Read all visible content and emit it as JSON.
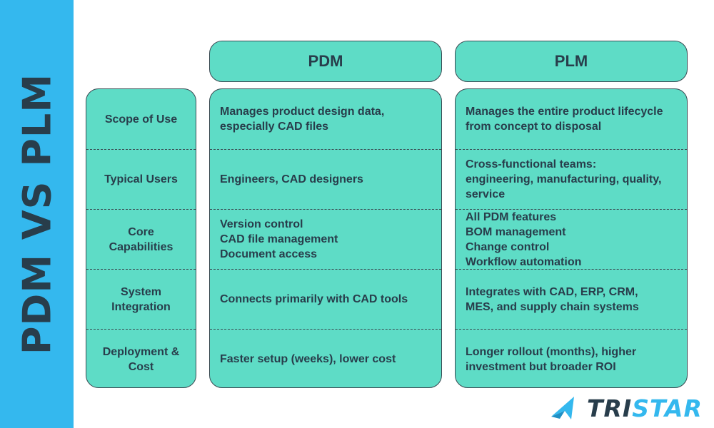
{
  "sidebar": {
    "title": "PDM VS PLM"
  },
  "columns": {
    "pdm": "PDM",
    "plm": "PLM"
  },
  "rows": [
    {
      "label": "Scope of Use",
      "pdm": "Manages product design data,\nespecially CAD files",
      "plm": "Manages the entire product lifecycle\nfrom concept to disposal"
    },
    {
      "label": "Typical Users",
      "pdm": "Engineers, CAD designers",
      "plm": "Cross-functional teams:\nengineering, manufacturing, quality,\nservice"
    },
    {
      "label": "Core\nCapabilities",
      "pdm": "Version control\nCAD file management\nDocument access",
      "plm": "All PDM features\nBOM management\nChange control\nWorkflow automation"
    },
    {
      "label": "System\nIntegration",
      "pdm": "Connects primarily with CAD tools",
      "plm": "Integrates with CAD, ERP, CRM,\nMES, and supply chain systems"
    },
    {
      "label": "Deployment &\nCost",
      "pdm": "Faster setup (weeks), lower cost",
      "plm": "Longer rollout (months), higher\ninvestment but broader ROI"
    }
  ],
  "logo": {
    "part1": "TRI",
    "part2": "STAR"
  },
  "colors": {
    "sidebar": "#34b8ee",
    "cell": "#5edcc6",
    "text": "#283d4b",
    "accent": "#34b8ee"
  }
}
